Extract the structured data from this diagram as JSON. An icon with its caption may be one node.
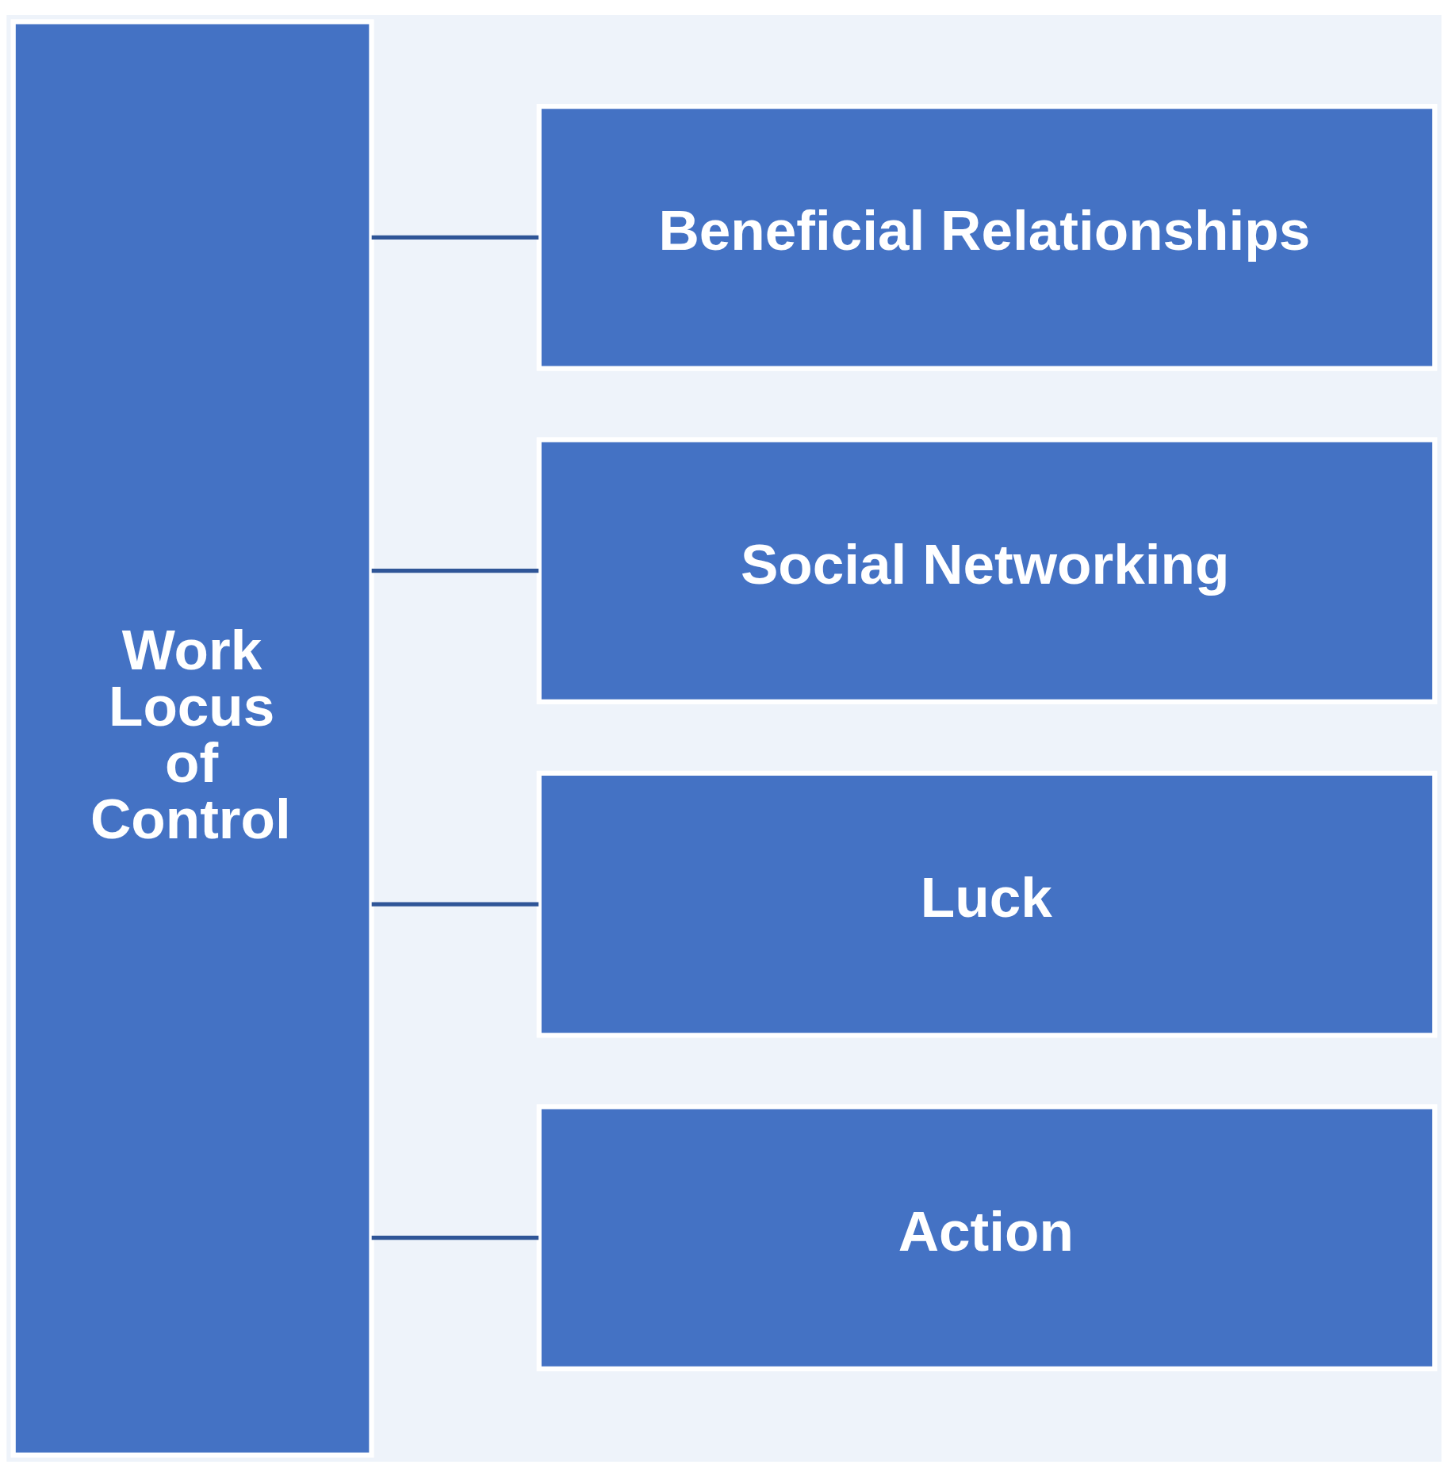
{
  "diagram": {
    "nodes": [
      {
        "text": [
          "Work Locus of Control"
        ]
      },
      {
        "text": [
          "Beneficial Relationships"
        ]
      },
      {
        "text": [
          "Social Networking"
        ]
      },
      {
        "text": [
          "Luck"
        ]
      },
      {
        "text": [
          "Action"
        ]
      }
    ],
    "edges": [
      {
        "from": 0,
        "to": 1,
        "arrow": "none"
      },
      {
        "from": 0,
        "to": 2,
        "arrow": "none"
      },
      {
        "from": 0,
        "to": 3,
        "arrow": "none"
      },
      {
        "from": 0,
        "to": 4,
        "arrow": "none"
      }
    ]
  }
}
